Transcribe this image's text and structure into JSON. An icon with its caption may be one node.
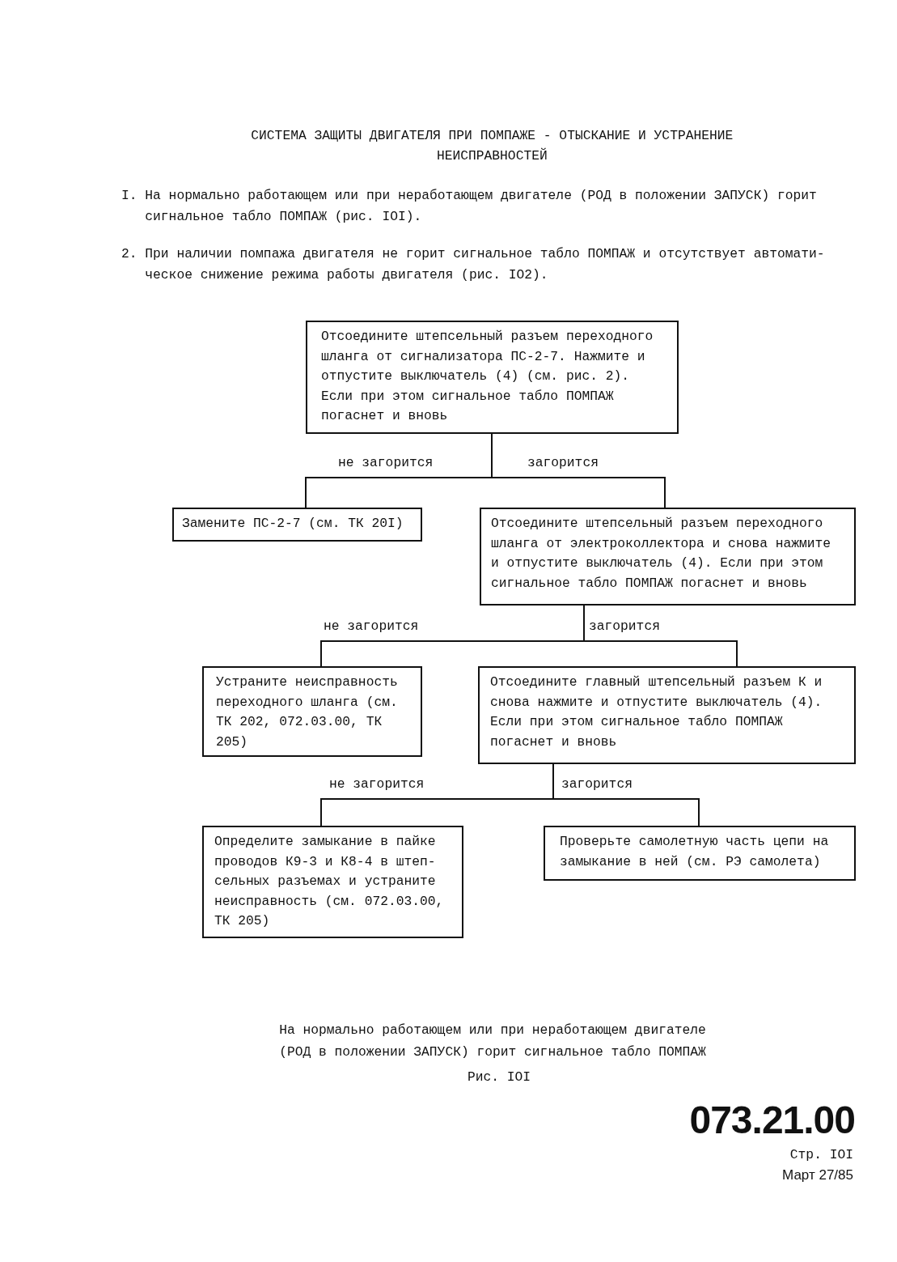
{
  "diagram": {
    "title": "СИСТЕМА ЗАЩИТЫ ДВИГАТЕЛЯ ПРИ ПОМПАЖЕ - ОТЫСКАНИЕ И УСТРАНЕНИЕ НЕИСПРАВНОСТЕЙ",
    "caption": "На нормально работающем или при неработающем двигателе (РОД в положении ЗАПУСК) горит сигнальное табло ПОМПАЖ",
    "nodes": [
      {
        "text": [
          "Отсоедините штепсельный разъем переходного шланга от сигнализатора ПС-2-7. Нажмите и отпустите выключатель (4) (см. рис. 2). Если при этом сигнальное табло ПОМПАЖ погаснет и вновь"
        ]
      },
      {
        "text": [
          "Замените ПС-2-7 (см. ТК 20I)"
        ]
      },
      {
        "text": [
          "Отсоедините штепсельный разъем переходного шланга от электроколлектора и снова нажмите и отпустите выключатель (4). Если при этом сигнальное табло ПОМПАЖ погаснет и вновь"
        ]
      },
      {
        "text": [
          "Устраните неисправность переходного шланга (см. ТК 202, 072.03.00, ТК 205)"
        ]
      },
      {
        "text": [
          "Отсоедините главный штепсельный разъем К и снова нажмите и отпустите выключатель (4). Если при этом сигнальное табло ПОМПАЖ погаснет и вновь"
        ]
      },
      {
        "text": [
          "Определите замыкание в пайке проводов К9-3 и К8-4 в штеп- сельных разъемах и устраните неисправность (см. 072.03.00, ТК 205)"
        ]
      },
      {
        "text": [
          "Проверьте самолетную часть цепи на замыкание в ней (см. РЭ самолета)"
        ]
      }
    ],
    "edges": [
      {
        "from": 0,
        "to": 1,
        "arrow": "none",
        "label": "не загорится"
      },
      {
        "from": 0,
        "to": 2,
        "arrow": "none",
        "label": "загорится"
      },
      {
        "from": 2,
        "to": 3,
        "arrow": "none",
        "label": "не загорится"
      },
      {
        "from": 2,
        "to": 4,
        "arrow": "none",
        "label": "загорится"
      },
      {
        "from": 4,
        "to": 5,
        "arrow": "none",
        "label": "не загорится"
      },
      {
        "from": 4,
        "to": 6,
        "arrow": "none",
        "label": "загорится"
      }
    ],
    "labels": [
      "I. На нормально работающем или при неработающем двигателе (РОД в положении ЗАПУСК) горит сигнальное табло ПОМПАЖ (рис. IOI).",
      "2. При наличии помпажа двигателя не горит сигнальное табло ПОМПАЖ и отсутствует автомати- ческое снижение режима работы двигателя (рис. IO2).",
      "Рис. IOI",
      "073.21.00",
      "Стр. IOI",
      "Март 27/85"
    ]
  }
}
